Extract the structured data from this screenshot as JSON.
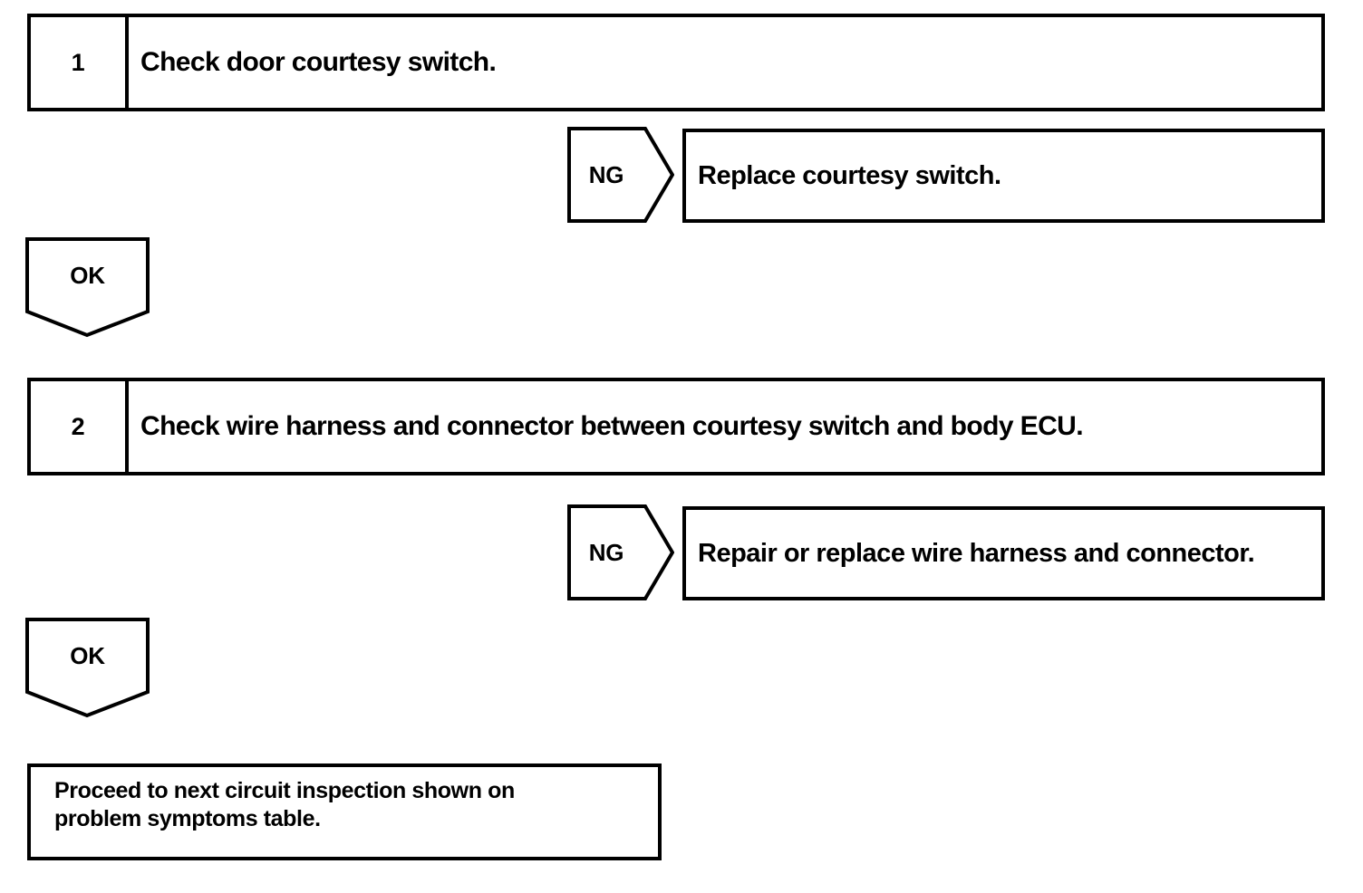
{
  "diagram": {
    "type": "troubleshooting-flowchart",
    "stroke_color": "#000000",
    "background_color": "#ffffff",
    "steps": [
      {
        "number": "1",
        "instruction": "Check door courtesy switch.",
        "ng": {
          "label": "NG",
          "action": "Replace courtesy switch."
        },
        "ok": {
          "label": "OK"
        }
      },
      {
        "number": "2",
        "instruction": "Check wire harness and connector between courtesy switch and body ECU.",
        "ng": {
          "label": "NG",
          "action": "Repair or replace wire harness and connector."
        },
        "ok": {
          "label": "OK"
        }
      }
    ],
    "final": {
      "line1": "Proceed to next circuit inspection shown on",
      "line2": "problem symptoms table."
    }
  }
}
